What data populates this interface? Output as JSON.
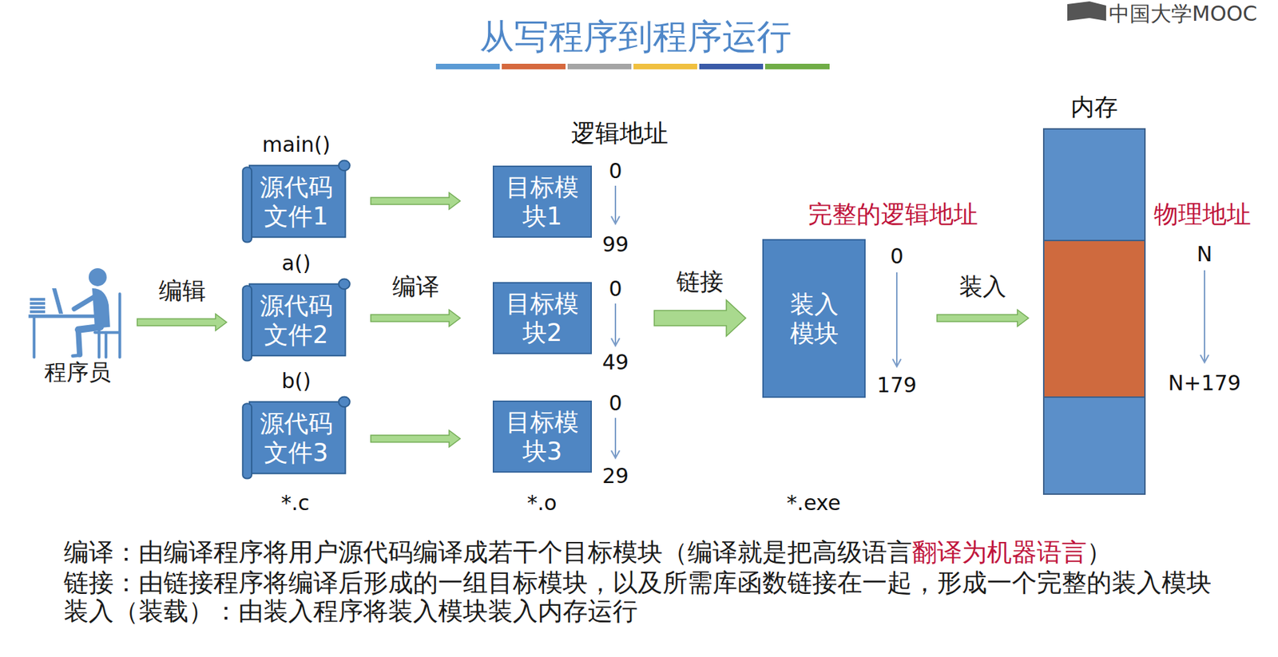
{
  "diagram": {
    "title": "从写程序到程序运行",
    "nodes": [
      {
        "text": [
          "程序员"
        ]
      },
      {
        "text": [
          "main()",
          "源代码 文件1"
        ]
      },
      {
        "text": [
          "a()",
          "源代码 文件2"
        ]
      },
      {
        "text": [
          "b()",
          "源代码 文件3"
        ]
      },
      {
        "text": [
          "目标模 块1"
        ]
      },
      {
        "text": [
          "目标模 块2"
        ]
      },
      {
        "text": [
          "目标模 块3"
        ]
      },
      {
        "text": [
          "装入 模块"
        ]
      },
      {
        "text": [
          "内存"
        ]
      }
    ],
    "edges": [
      {
        "from": 0,
        "to": 2,
        "arrow": "to",
        "label": "编辑"
      },
      {
        "from": 1,
        "to": 4,
        "arrow": "to"
      },
      {
        "from": 2,
        "to": 5,
        "arrow": "to",
        "label": "编译"
      },
      {
        "from": 3,
        "to": 6,
        "arrow": "to"
      },
      {
        "from": 5,
        "to": 7,
        "arrow": "to",
        "label": "链接"
      },
      {
        "from": 7,
        "to": 8,
        "arrow": "to",
        "label": "装入"
      }
    ],
    "labels": [
      "中国大学MOOC",
      "*.c",
      "逻辑地址",
      "0",
      "99",
      "0",
      "49",
      "0",
      "29",
      "*.o",
      "完整的逻辑地址",
      "0",
      "179",
      "*.exe",
      "物理地址",
      "N",
      "N+179",
      "编译：由编译程序将用户源代码编译成若干个目标模块（编译就是把高级语言",
      "翻译为机器语言",
      "）",
      "链接：由链接程序将编译后形成的一组目标模块，以及所需库函数链接在一起，形成一个完整的装入模块",
      "装入（装载）：由装入程序将装入模块装入内存运行"
    ]
  }
}
